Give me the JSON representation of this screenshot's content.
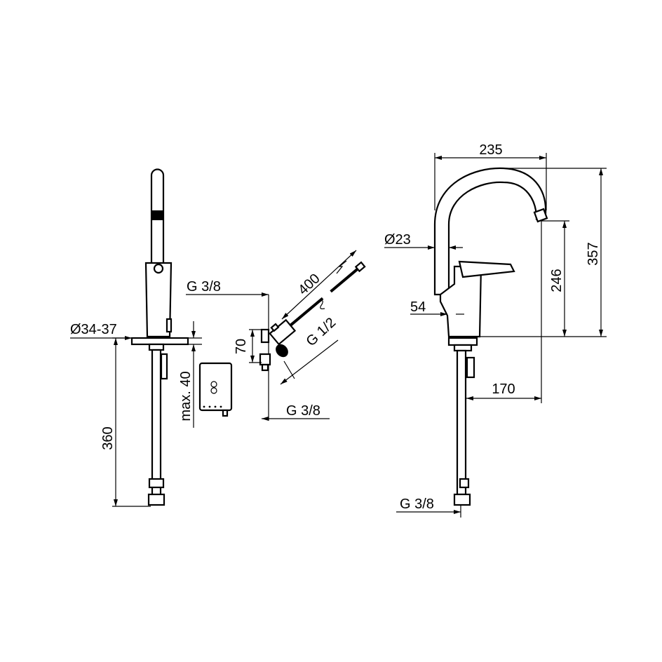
{
  "left_view": {
    "dia": "Ø34-37",
    "height": "360",
    "max": "max. 40",
    "conn_top": "G 3/8"
  },
  "middle_view": {
    "hose_len": "400",
    "hose_thread": "G 1/2",
    "height": "70",
    "conn_bottom": "G 3/8"
  },
  "right_view": {
    "width": "235",
    "spout_dia": "Ø23",
    "offset": "54",
    "total_height": "357",
    "spout_height": "246",
    "reach": "170",
    "conn": "G 3/8"
  }
}
